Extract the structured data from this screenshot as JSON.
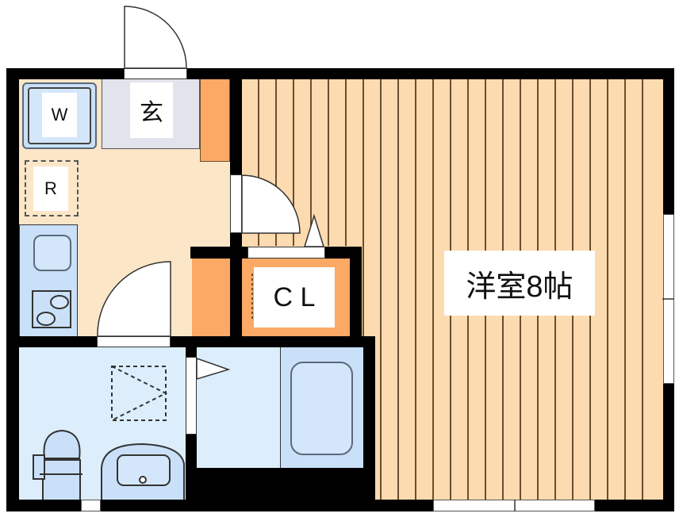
{
  "plan": {
    "rooms": {
      "entrance": {
        "label": "玄"
      },
      "washer": {
        "label": "W"
      },
      "fridge": {
        "label": "R"
      },
      "closet": {
        "label": "C L"
      },
      "western_room": {
        "label": "洋室8帖"
      }
    },
    "colors": {
      "wall": "#000000",
      "kitchen_floor": "#FCE6C8",
      "room_floor": "#FDDBB0",
      "floor_line": "#6B4E2E",
      "storage": "#FBA964",
      "entrance_floor": "#E3E3EE",
      "wet_area": "#DCEEFC",
      "fixture": "#C9E0F8",
      "fixture_stroke": "#4A5A6A"
    }
  }
}
